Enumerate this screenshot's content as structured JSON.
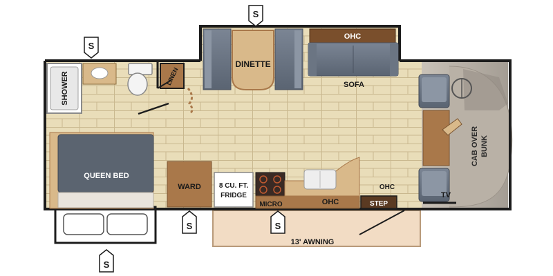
{
  "rooms": {
    "shower": "SHOWER",
    "linen": "LINEN",
    "dinette": "DINETTE",
    "ohc_top": "OHC",
    "sofa": "SOFA",
    "cab_over_bunk_line1": "CAB OVER",
    "cab_over_bunk_line2": "BUNK",
    "queen_bed": "QUEEN BED",
    "ward": "WARD",
    "fridge_line1": "8 CU. FT.",
    "fridge_line2": "FRIDGE",
    "micro": "MICRO",
    "ohc_kitchen": "OHC",
    "ohc_right": "OHC",
    "step": "STEP",
    "tv": "TV",
    "awning": "13' AWNING"
  },
  "markers": {
    "slideout_symbol": "S"
  },
  "colors": {
    "wall": "#1c1c1c",
    "floor_tile": "#e9ddb9",
    "tile_line": "#c9b88f",
    "cabinet_wood": "#a9784a",
    "bed_gray": "#5b6470",
    "cab_floor": "#b7b0a6",
    "awning": "#f2dcc4"
  }
}
